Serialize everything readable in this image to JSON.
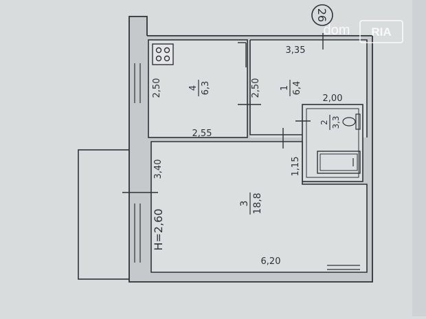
{
  "plan": {
    "building_number": "26",
    "ceiling_height": "H=2,60",
    "rooms": [
      {
        "number": "4",
        "area": "6,3"
      },
      {
        "number": "1",
        "area": "6,4"
      },
      {
        "number": "2",
        "area": "3,3"
      },
      {
        "number": "3",
        "area": "18,8"
      }
    ],
    "dimensions": {
      "kitchen_height": "2,50",
      "kitchen_inner": "2,50",
      "kitchen_width": "2,55",
      "hall_length": "3,35",
      "bath_width": "2,00",
      "bath_depth": "1,15",
      "living_height": "3,40",
      "living_width": "6,20"
    }
  },
  "watermark": {
    "domain": "dom",
    "brand": "RIA"
  },
  "colors": {
    "background": "#d9dcdd",
    "wall_fill": "#c5c9cb",
    "line": "#2e3236"
  }
}
